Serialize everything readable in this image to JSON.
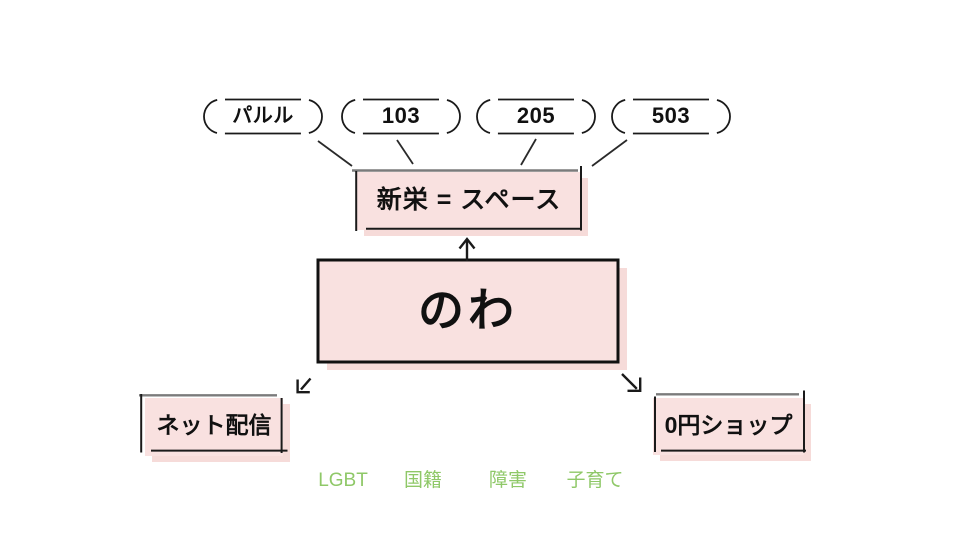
{
  "slide": {
    "rooms": [
      {
        "label": "パルル"
      },
      {
        "label": "103"
      },
      {
        "label": "205"
      },
      {
        "label": "503"
      }
    ],
    "venue": {
      "label": "新栄 = スペース"
    },
    "hub": {
      "label": "のわ"
    },
    "activities": {
      "left": {
        "label": "ネット配信"
      },
      "right": {
        "label": "0円ショップ"
      }
    },
    "themes": [
      {
        "label": "LGBT"
      },
      {
        "label": "国籍"
      },
      {
        "label": "障害"
      },
      {
        "label": "子育て"
      }
    ],
    "icons": {
      "up_arrow": "↑",
      "down_left_arrow": "↙",
      "down_right_arrow": "↘"
    },
    "colors": {
      "box_fill": "#f9e1e0",
      "box_shadow": "#f6dbd9",
      "outline": "#1a1a1a",
      "sketch_top_line": "#7b7b7b",
      "theme_text": "#8fc868"
    }
  }
}
